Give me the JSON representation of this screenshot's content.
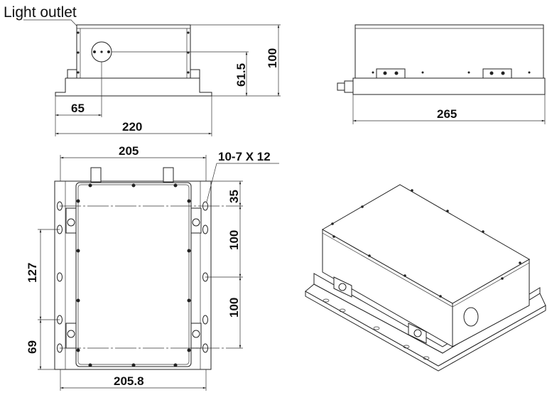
{
  "callouts": {
    "light_outlet": "Light outlet",
    "holes": "10-7 X 12"
  },
  "front_view": {
    "dim_height": "100",
    "dim_outlet_height": "61.5",
    "dim_outlet_offset": "65",
    "dim_width": "220"
  },
  "side_view": {
    "dim_length": "265"
  },
  "top_view": {
    "dim_top": "205",
    "dim_bottom": "205.8",
    "dim_35": "35",
    "dim_100a": "100",
    "dim_100b": "100",
    "dim_127": "127",
    "dim_69": "69"
  }
}
